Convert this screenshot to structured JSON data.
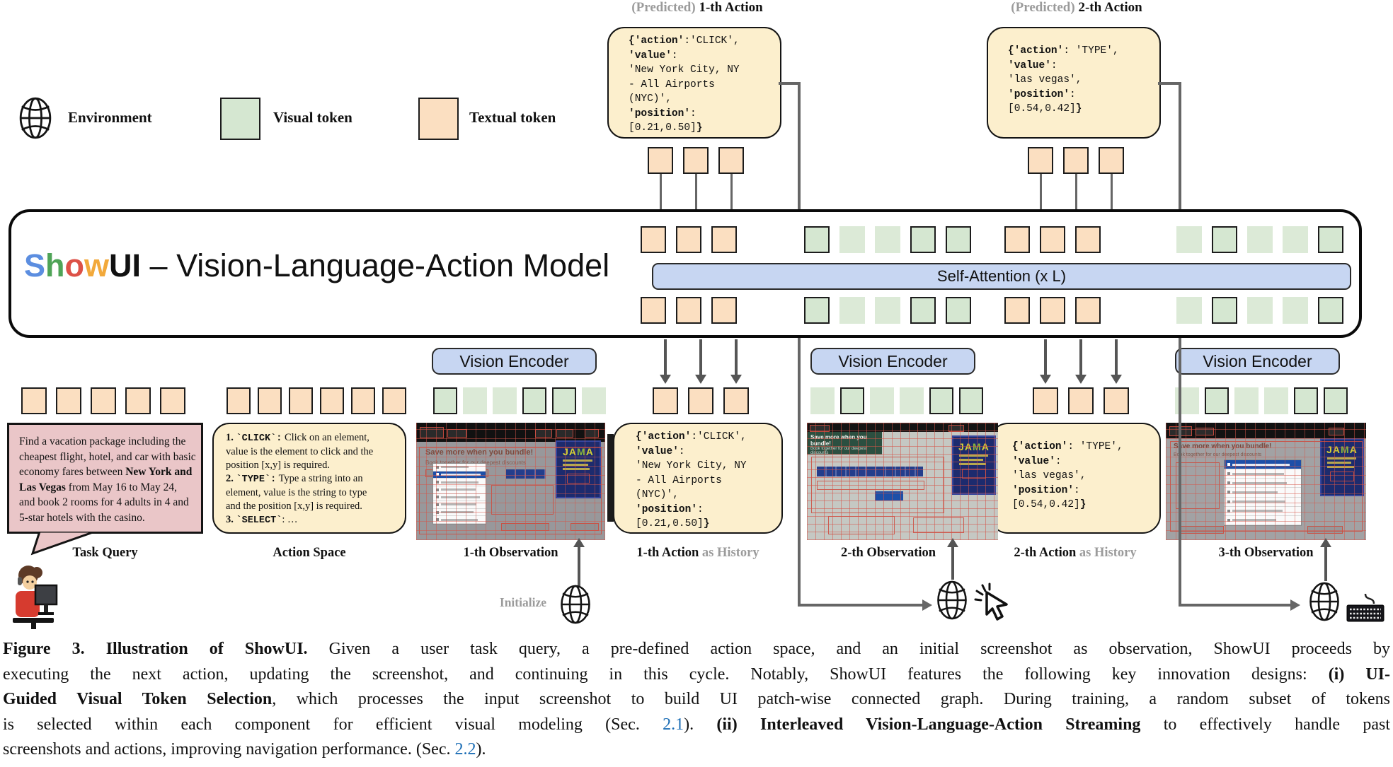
{
  "legend": {
    "environment_label": "Environment",
    "visual_label": "Visual token",
    "textual_label": "Textual token"
  },
  "colors": {
    "title_letter_blue": "#5c8ee0",
    "title_letter_green": "#4fa457",
    "title_letter_red": "#dd5147",
    "title_letter_orange": "#f2a93b",
    "textual_token": "#fbdfc1",
    "visual_token": "#d5e7d1",
    "attention_bar": "#c7d6f2",
    "link_blue": "#1b6db5"
  },
  "predicted": [
    {
      "header": [
        {
          "t": "(Predicted) ",
          "cls": "gray"
        },
        {
          "t": "1-th Action"
        }
      ],
      "lines": [
        [
          {
            "t": "{'action'",
            "cls": "b"
          },
          {
            "t": ":'CLICK',"
          }
        ],
        [
          {
            "t": "'value'",
            "cls": "b"
          },
          {
            "t": ":"
          }
        ],
        [
          {
            "t": "'New York City, NY"
          }
        ],
        [
          {
            "t": "- All Airports"
          }
        ],
        [
          {
            "t": "(NYC)',"
          }
        ],
        [
          {
            "t": "'position'",
            "cls": "b"
          },
          {
            "t": ":"
          }
        ],
        [
          {
            "t": "[0.21,0.50]"
          },
          {
            "t": "}",
            "cls": "b"
          }
        ]
      ]
    },
    {
      "header": [
        {
          "t": "(Predicted) ",
          "cls": "gray"
        },
        {
          "t": "2-th Action"
        }
      ],
      "lines": [
        [
          {
            "t": "{'action'",
            "cls": "b"
          },
          {
            "t": ": 'TYPE',"
          }
        ],
        [
          {
            "t": "'value'",
            "cls": "b"
          },
          {
            "t": ":"
          }
        ],
        [
          {
            "t": "'las vegas',"
          }
        ],
        [
          {
            "t": "'position'",
            "cls": "b"
          },
          {
            "t": ":"
          }
        ],
        [
          {
            "t": "[0.54,0.42]"
          },
          {
            "t": "}",
            "cls": "b"
          }
        ]
      ]
    }
  ],
  "model": {
    "title_letters": [
      [
        "S",
        "#5c8ee0"
      ],
      [
        "h",
        "#4fa457"
      ],
      [
        "o",
        "#dd5147"
      ],
      [
        "w",
        "#f2a93b"
      ]
    ],
    "title_bold_suffix": "UI",
    "title_rest": " – Vision-Language-Action Model",
    "attention_label": "Self-Attention (x L)",
    "vision_encoder_label": "Vision Encoder"
  },
  "tokens": {
    "top1": [
      "t",
      "t",
      "t"
    ],
    "top2": [
      "t",
      "t",
      "t"
    ],
    "inbox_oA": [
      "t",
      "t",
      "t"
    ],
    "inbox_gA": [
      "v",
      "vf",
      "vf",
      "v",
      "v"
    ],
    "inbox_oB": [
      "t",
      "t",
      "t"
    ],
    "inbox_gB": [
      "vf",
      "v",
      "vf",
      "vf",
      "v"
    ],
    "task_query": [
      "t",
      "t",
      "t",
      "t",
      "t"
    ],
    "action_space": [
      "t",
      "t",
      "t",
      "t",
      "t",
      "t"
    ],
    "obs1": [
      "v",
      "vf",
      "vf",
      "v",
      "v",
      "vf"
    ],
    "hist1": [
      "t",
      "t",
      "t"
    ],
    "obs2": [
      "vf",
      "v",
      "vf",
      "vf",
      "v",
      "v"
    ],
    "hist2": [
      "t",
      "t",
      "t"
    ],
    "obs3": [
      "vf",
      "v",
      "vf",
      "vf",
      "v",
      "v"
    ]
  },
  "task_query": {
    "lines": [
      [
        {
          "t": "Find a vacation package including the"
        }
      ],
      [
        {
          "t": "cheapest flight, hotel, and car with basic"
        }
      ],
      [
        {
          "t": "economy fares between "
        },
        {
          "t": "New York and",
          "cls": "b"
        }
      ],
      [
        {
          "t": "Las Vegas",
          "cls": "b"
        },
        {
          "t": " from May 16 to May 24,"
        }
      ],
      [
        {
          "t": "and book 2 rooms for 4 adults in 4 and"
        }
      ],
      [
        {
          "t": "5-star hotels with the casino."
        }
      ]
    ]
  },
  "action_space": {
    "lines": [
      [
        {
          "t": "1. ",
          "cls": "b"
        },
        {
          "t": "`CLICK`:",
          "cls": "b m"
        },
        {
          "t": " Click on an element,"
        }
      ],
      [
        {
          "t": "value is the element to click and the"
        }
      ],
      [
        {
          "t": "position [x,y] is required."
        }
      ],
      [
        {
          "t": "2. ",
          "cls": "b"
        },
        {
          "t": "`TYPE`:",
          "cls": "b m"
        },
        {
          "t": " Type a string into an"
        }
      ],
      [
        {
          "t": "element, value is the string to type"
        }
      ],
      [
        {
          "t": "and the position [x,y] is required."
        }
      ],
      [
        {
          "t": "3. ",
          "cls": "b"
        },
        {
          "t": "`SELECT`",
          "cls": "b m"
        },
        {
          "t": ": …"
        }
      ]
    ]
  },
  "sections": {
    "tq": "Task Query",
    "as": "Action Space",
    "o1": "1-th Observation",
    "h1": [
      {
        "t": "1-th Action"
      },
      {
        "t": " as History",
        "cls": "gray"
      }
    ],
    "o2": "2-th Observation",
    "h2": [
      {
        "t": "2-th Action"
      },
      {
        "t": " as History",
        "cls": "gray"
      }
    ],
    "o3": "3-th Observation"
  },
  "misc": {
    "initialize": "Initialize"
  },
  "screens": {
    "s1": {
      "banner": "Save more when you bundle!",
      "sub": "Book together for our deepest discounts",
      "ad": [
        {
          "t": "JA",
          "cls": "jy"
        },
        {
          "t": "M",
          "cls": "jg"
        },
        {
          "t": "A",
          "cls": "jy"
        }
      ]
    },
    "s2": {
      "banner": "Save more when you bundle!",
      "sub": "Book together for our deepest discounts",
      "ad": [
        {
          "t": "JA",
          "cls": "jy"
        },
        {
          "t": "M",
          "cls": "jg"
        },
        {
          "t": "A",
          "cls": "jy"
        }
      ]
    },
    "s3": {
      "banner": "Save more when you bundle!",
      "sub": "Book together for our deepest discounts",
      "ad": [
        {
          "t": "JA",
          "cls": "jy"
        },
        {
          "t": "M",
          "cls": "jg"
        },
        {
          "t": "A",
          "cls": "jy"
        }
      ]
    }
  },
  "caption": {
    "lines": [
      [
        {
          "t": "Figure 3.  Illustration of ShowUI.",
          "cls": "b"
        },
        {
          "t": " Given a user task query, a pre-defined action space, and an initial screenshot as observation, ShowUI proceeds by"
        }
      ],
      [
        {
          "t": "executing the next action, updating the screenshot, and continuing in this cycle. Notably, ShowUI features the following key innovation designs: "
        },
        {
          "t": "(i) UI-",
          "cls": "b"
        }
      ],
      [
        {
          "t": "Guided Visual Token Selection",
          "cls": "b"
        },
        {
          "t": ", which processes the input screenshot to build UI patch-wise connected graph. During training, a random subset of tokens"
        }
      ],
      [
        {
          "t": "is selected within each component for efficient visual modeling (Sec. "
        },
        {
          "t": "2.1",
          "cls": "link"
        },
        {
          "t": "). "
        },
        {
          "t": "(ii) Interleaved Vision-Language-Action Streaming",
          "cls": "b"
        },
        {
          "t": " to effectively handle past"
        }
      ],
      [
        {
          "t": "screenshots and actions, improving navigation performance. (Sec. "
        },
        {
          "t": "2.2",
          "cls": "link"
        },
        {
          "t": ")."
        }
      ]
    ]
  }
}
